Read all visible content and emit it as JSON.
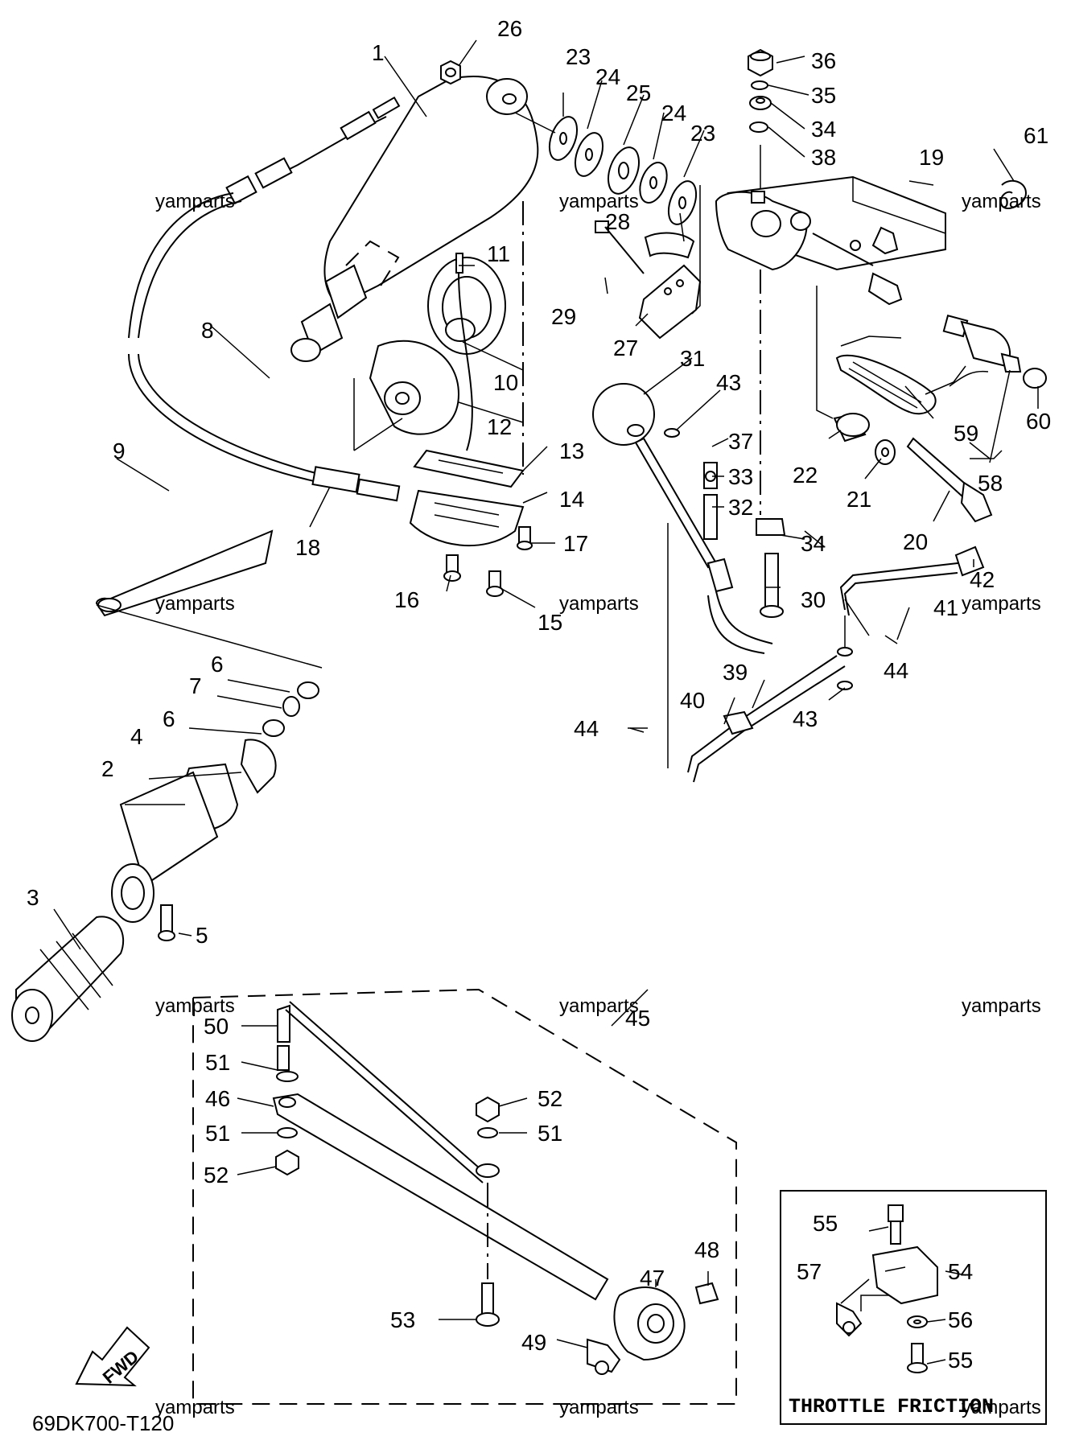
{
  "diagram_code": "69DK700-T120",
  "watermark": "yamparts",
  "inset": {
    "title": "THROTTLE FRICTION"
  },
  "fwd_label": "FWD",
  "part_labels": [
    "1",
    "2",
    "3",
    "4",
    "5",
    "6",
    "6",
    "7",
    "8",
    "9",
    "10",
    "11",
    "12",
    "13",
    "14",
    "15",
    "16",
    "17",
    "18",
    "19",
    "20",
    "21",
    "22",
    "23",
    "23",
    "24",
    "24",
    "25",
    "26",
    "27",
    "28",
    "29",
    "30",
    "31",
    "32",
    "33",
    "34",
    "34",
    "35",
    "36",
    "37",
    "38",
    "39",
    "40",
    "41",
    "42",
    "43",
    "43",
    "44",
    "44",
    "45",
    "46",
    "47",
    "48",
    "49",
    "50",
    "51",
    "51",
    "51",
    "52",
    "52",
    "53",
    "54",
    "55",
    "55",
    "56",
    "57",
    "58",
    "59",
    "60",
    "61"
  ]
}
